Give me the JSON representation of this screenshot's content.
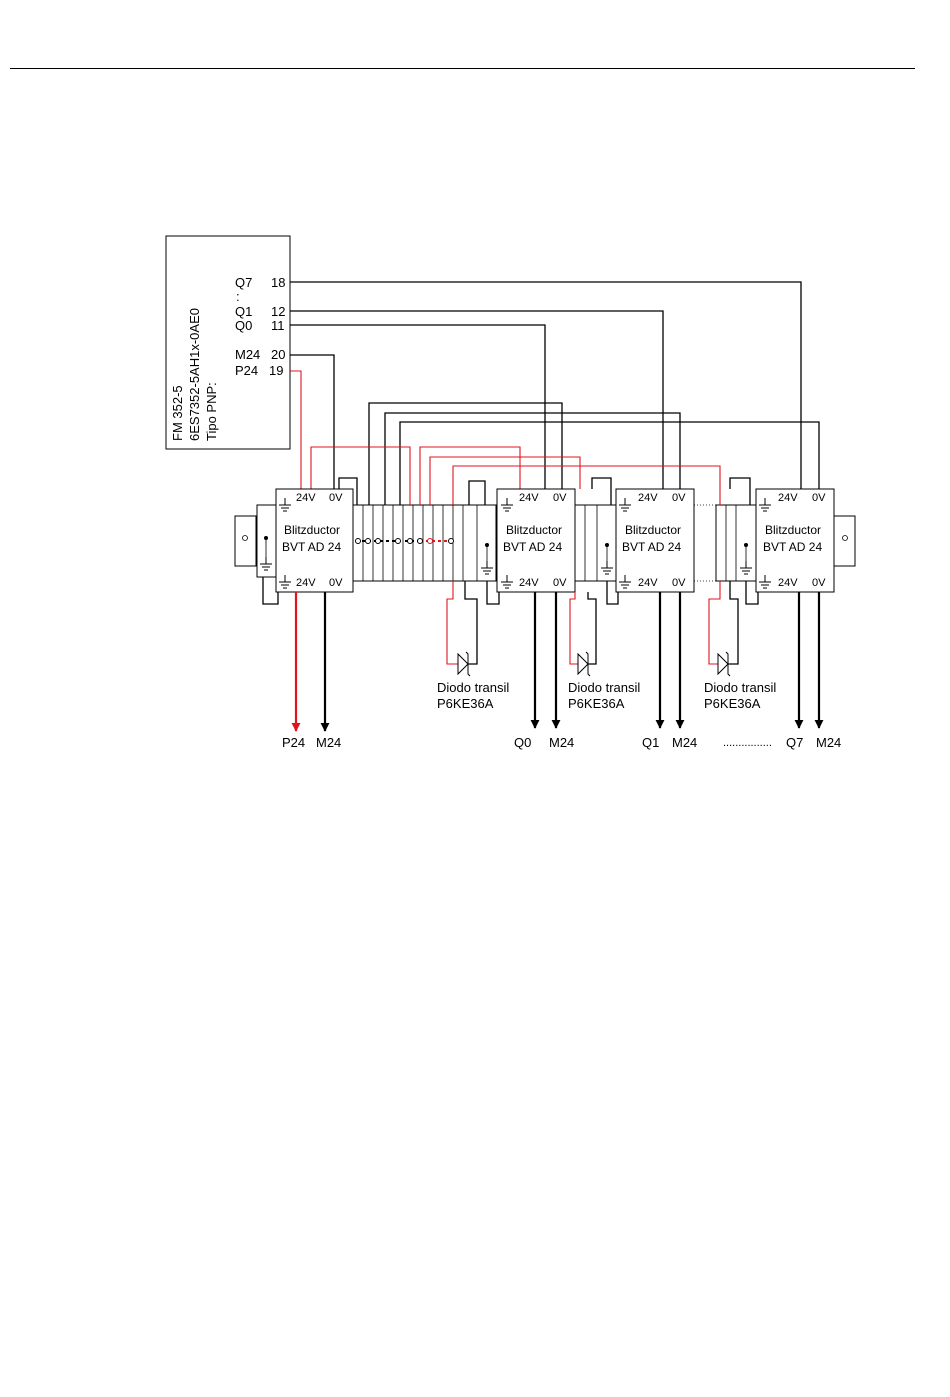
{
  "module": {
    "line1": "FM 352-5",
    "line2": "6ES7352-5AH1x-0AE0",
    "line3": "Tipo PNP:",
    "dots": ":",
    "pins": [
      {
        "name": "Q7",
        "num": "18"
      },
      {
        "name": "Q1",
        "num": "12"
      },
      {
        "name": "Q0",
        "num": "11"
      },
      {
        "name": "M24",
        "num": "20"
      },
      {
        "name": "P24",
        "num": "19"
      }
    ]
  },
  "blitzductor": {
    "name": "Blitzductor",
    "type": "BVT AD 24",
    "t24": "24V",
    "t0": "0V"
  },
  "diode": {
    "label": "Diodo transil",
    "part": "P6KE36A"
  },
  "outputs": [
    "P24",
    "M24",
    "Q0",
    "M24",
    "Q1",
    "M24",
    "Q7",
    "M24"
  ],
  "ellipsis": "................",
  "colors": {
    "power": "#e0141c",
    "wire": "#000000"
  }
}
